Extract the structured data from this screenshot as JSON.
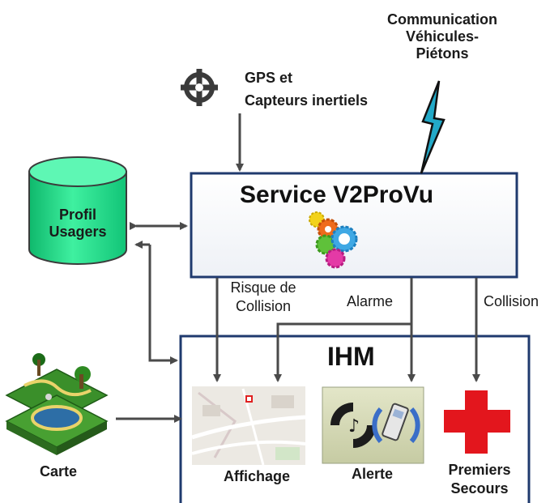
{
  "labels": {
    "comm": [
      "Communication",
      "Véhicules-",
      "Piétons"
    ],
    "gps": [
      "GPS et",
      "Capteurs inertiels"
    ],
    "service": "Service V2ProVu",
    "profil": [
      "Profil",
      "Usagers"
    ],
    "risque": [
      "Risque de",
      "Collision"
    ],
    "alarme": "Alarme",
    "collision": "Collision",
    "ihm": "IHM",
    "carte": "Carte",
    "affichage": "Affichage",
    "alerte": "Alerte",
    "secours": [
      "Premiers",
      "Secours"
    ]
  },
  "icons": {
    "gps": "crosshair-icon",
    "comm": "lightning-bolt-icon",
    "service": "gears-icon",
    "profil": "database-cylinder-icon",
    "carte": "map-landscape-icon",
    "affichage": "street-map-icon",
    "alerte": "sound-vibration-phone-icon",
    "secours": "red-cross-icon"
  },
  "colors": {
    "box_border": "#1f3a6e",
    "arrow": "#4a4a4a",
    "cylinder": "#1fe08a",
    "red_cross": "#e3161d",
    "text": "#1a1a1a"
  }
}
